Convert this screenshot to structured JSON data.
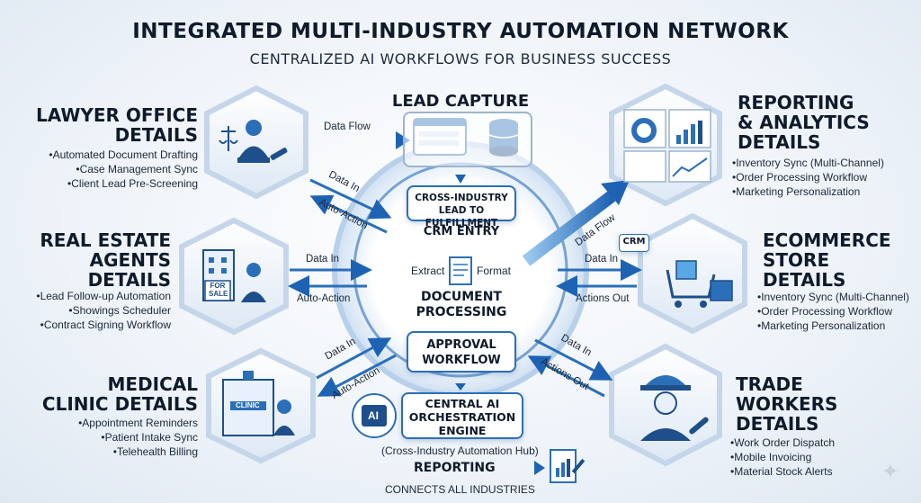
{
  "header": {
    "title": "INTEGRATED MULTI-INDUSTRY AUTOMATION NETWORK",
    "subtitle": "CENTRALIZED AI WORKFLOWS FOR BUSINESS SUCCESS"
  },
  "lawyer": {
    "title_l1": "LAWYER OFFICE",
    "title_l2": "DETAILS",
    "items": [
      "Automated Document Drafting",
      "Case Management Sync",
      "Client Lead Pre-Screening"
    ],
    "icon": "scales-gavel-icon"
  },
  "real_estate": {
    "title_l1": "REAL ESTATE",
    "title_l2": "AGENTS",
    "title_l3": "DETAILS",
    "items": [
      "Lead Follow-up Automation",
      "Showings Scheduler",
      "Contract Signing Workflow"
    ],
    "sign_l1": "FOR",
    "sign_l2": "SALE"
  },
  "medical": {
    "title_l1": "MEDICAL",
    "title_l2": "CLINIC DETAILS",
    "items": [
      "Appointment Reminders",
      "Patient Intake Sync",
      "Telehealth Billing"
    ],
    "building_label": "CLINIC"
  },
  "reporting_analytics": {
    "title_l1": "REPORTING",
    "title_l2": "& ANALYTICS",
    "title_l3": "DETAILS",
    "items": [
      "Inventory Sync (Multi-Channel)",
      "Order Processing Workflow",
      "Marketing Personalization"
    ]
  },
  "ecommerce": {
    "title_l1": "ECOMMERCE",
    "title_l2": "STORE",
    "title_l3": "DETAILS",
    "items": [
      "Inventory Sync (Multi-Channel)",
      "Order Processing Workflow",
      "Marketing Personalization"
    ],
    "crm_badge": "CRM"
  },
  "trade": {
    "title_l1": "TRADE",
    "title_l2": "WORKERS",
    "title_l3": "DETAILS",
    "items": [
      "Work Order Dispatch",
      "Mobile Invoicing",
      "Material Stock Alerts"
    ]
  },
  "center": {
    "lead_capture": "LEAD CAPTURE",
    "cross_l1": "CROSS-INDUSTRY",
    "cross_l2": "LEAD TO FULFILLMENT",
    "crm_entry": "CRM ENTRY",
    "extract": "Extract",
    "format": "Format",
    "doc_l1": "DOCUMENT",
    "doc_l2": "PROCESSING",
    "approval_l1": "APPROVAL",
    "approval_l2": "WORKFLOW",
    "ai_l1": "CENTRAL AI",
    "ai_l2": "ORCHESTRATION",
    "ai_l3": "ENGINE",
    "ai_chip": "AI",
    "hub": "(Cross-Industry Automation Hub)",
    "reporting": "REPORTING",
    "connects": "CONNECTS ALL INDUSTRIES"
  },
  "flows": {
    "data_flow": "Data Flow",
    "data_in": "Data In",
    "auto_action": "Auto-Action",
    "actions_out": "Actions Out"
  },
  "colors": {
    "accent": "#2b6fb8",
    "dark": "#0f1b2b",
    "light_blue": "#5aa7e6"
  }
}
